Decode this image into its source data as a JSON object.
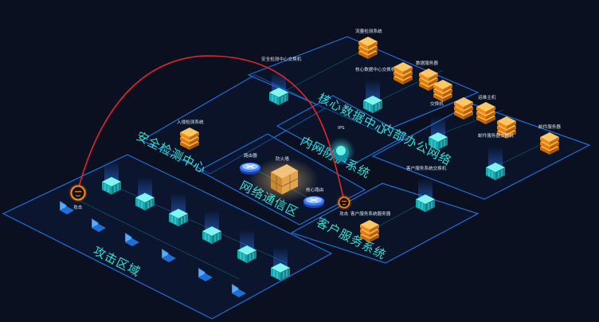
{
  "zones": {
    "attack": "攻击区域",
    "security": "安全检测中心",
    "core": "核心数据中心",
    "network": "网络通信区",
    "intranet": "内网防护系统",
    "office": "内部办公网络",
    "customer": "客户服务系统"
  },
  "labels": {
    "flow_detect": "流量检测系统",
    "sec_switch": "安全检测中心交换机",
    "ids": "入侵检测系统",
    "core_switch": "核心数据中心交换机",
    "data_server": "数据服务器",
    "switch": "交换机",
    "ops_host": "运维主机",
    "mail_server": "邮件服务器",
    "mail_switch": "邮件服务器交换机",
    "ips": "IPS",
    "router": "路由器",
    "firewall": "防火墙",
    "core_router": "核心路由",
    "cust_switch": "客户服务系统交换机",
    "cust_server": "客户服务系统服务器",
    "attack_a": "攻击",
    "attack_b": "攻击"
  },
  "colors": {
    "background": "#0a1020",
    "zone_border": "#1f6fd6",
    "zone_title": "#35e0d4",
    "server": "#f39a1e",
    "device": "#19c7c9",
    "attack_arc": "#e0262a"
  }
}
